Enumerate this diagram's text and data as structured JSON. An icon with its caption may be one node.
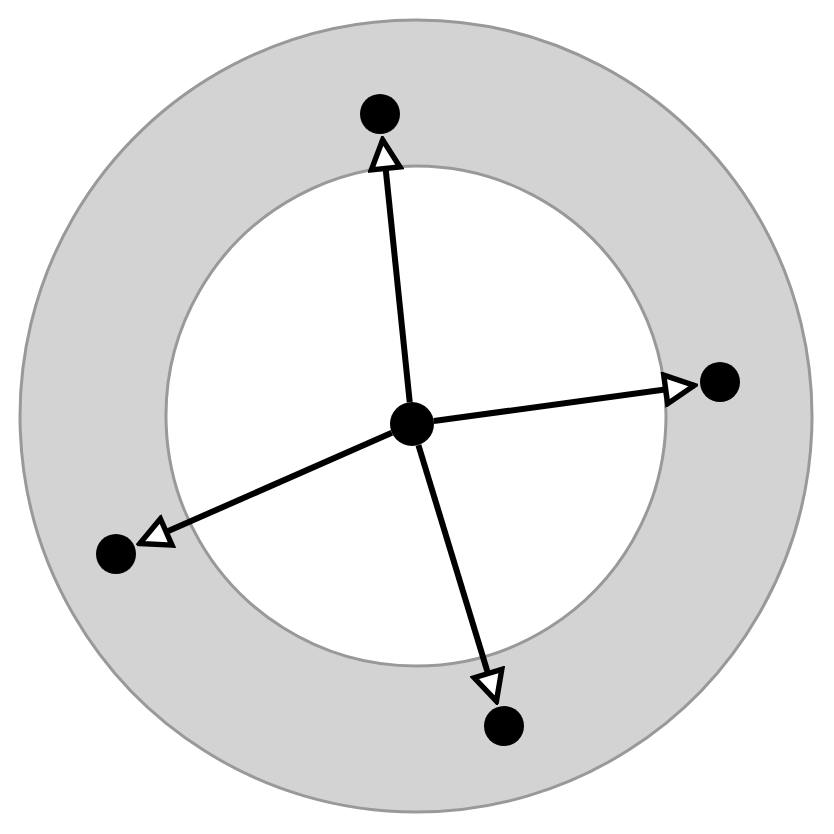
{
  "diagram": {
    "nodes": [
      {
        "text": [],
        "shape": "circle"
      },
      {
        "text": [],
        "shape": "circle"
      },
      {
        "text": [],
        "shape": "circle"
      },
      {
        "text": [],
        "shape": "circle"
      },
      {
        "text": [],
        "shape": "circle"
      }
    ],
    "edges": [
      {
        "from": 2,
        "to": 0,
        "arrow": "to"
      },
      {
        "from": 2,
        "to": 1,
        "arrow": "to"
      },
      {
        "from": 2,
        "to": 3,
        "arrow": "to"
      },
      {
        "from": 2,
        "to": 4,
        "arrow": "to"
      }
    ]
  }
}
